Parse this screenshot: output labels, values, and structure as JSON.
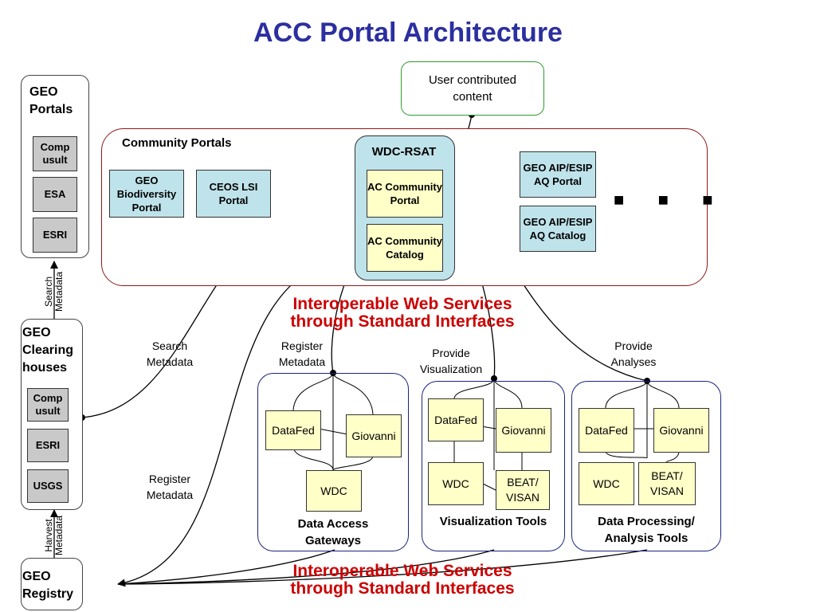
{
  "title": "ACC Portal Architecture",
  "user_content": "User contributed content",
  "geo_portals": {
    "title": "GEO Portals",
    "items": [
      "Comp usult",
      "ESA",
      "ESRI"
    ]
  },
  "geo_clearinghouses": {
    "title": "GEO Clearing houses",
    "items": [
      "Comp usult",
      "ESRI",
      "USGS"
    ]
  },
  "geo_registry": {
    "title": "GEO Registry"
  },
  "vertical_labels": {
    "search_metadata": "Search Metadata",
    "harvest_metadata": "Harvest Metadata"
  },
  "community_portals": {
    "title": "Community Portals",
    "portals": [
      "GEO Biodiversity Portal",
      "CEOS LSI Portal"
    ],
    "wdc_rsat": {
      "title": "WDC-RSAT",
      "items": [
        "AC Community Portal",
        "AC Community Catalog"
      ]
    },
    "geo_aip": [
      "GEO AIP/ESIP AQ Portal",
      "GEO AIP/ESIP AQ Catalog"
    ],
    "ellipsis": "■   ■   ■"
  },
  "interop_text": "Interoperable Web Services through Standard Interfaces",
  "edge_labels": {
    "search_metadata": "Search Metadata",
    "register_metadata_left": "Register Metadata",
    "register_metadata": "Register Metadata",
    "provide_visualization": "Provide Visualization",
    "provide_analyses": "Provide Analyses"
  },
  "groups": {
    "data_access": {
      "title": "Data Access Gateways",
      "items": [
        "DataFed",
        "Giovanni",
        "WDC"
      ]
    },
    "visualization": {
      "title": "Visualization Tools",
      "items": [
        "DataFed",
        "Giovanni",
        "WDC",
        "BEAT/ VISAN"
      ]
    },
    "analysis": {
      "title": "Data Processing/ Analysis Tools",
      "items": [
        "DataFed",
        "Giovanni",
        "WDC",
        "BEAT/ VISAN"
      ]
    }
  },
  "colors": {
    "title": "#2b2fa0",
    "interop": "#cc0000",
    "community_border": "#8b1a1a",
    "group_border": "#1a237e",
    "user_border": "#2e9c2e",
    "teal": "#bfe3ea",
    "yellow": "#ffffc8",
    "gray": "#c9c9c9"
  }
}
